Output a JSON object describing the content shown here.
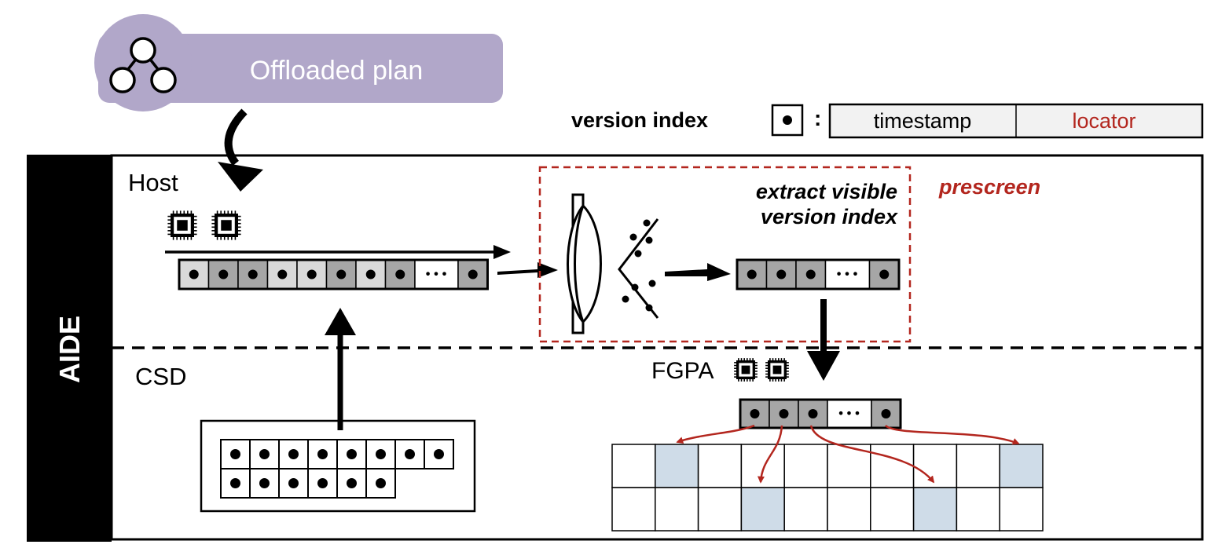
{
  "plan": {
    "label": "Offloaded plan",
    "color": "#b1a7c9"
  },
  "legend": {
    "title": "version index",
    "separator": ":",
    "fields": [
      "timestamp",
      "locator"
    ]
  },
  "sidebar": {
    "label": "AIDE"
  },
  "regions": {
    "host": "Host",
    "csd": "CSD",
    "fpga": "FGPA"
  },
  "prescreen": {
    "label": "prescreen",
    "step_line1": "extract visible",
    "step_line2": "version index"
  },
  "ellipsis": "•••",
  "colors": {
    "accent_red": "#b3261e",
    "cell_gray": "#a6a6a6",
    "cell_light": "#d9d9d9",
    "cell_blue": "#cfdce8",
    "plan_purple": "#b1a7c9",
    "ink": "#000000"
  },
  "icons": {
    "tree": "tree-icon",
    "chip": "chip-icon"
  }
}
